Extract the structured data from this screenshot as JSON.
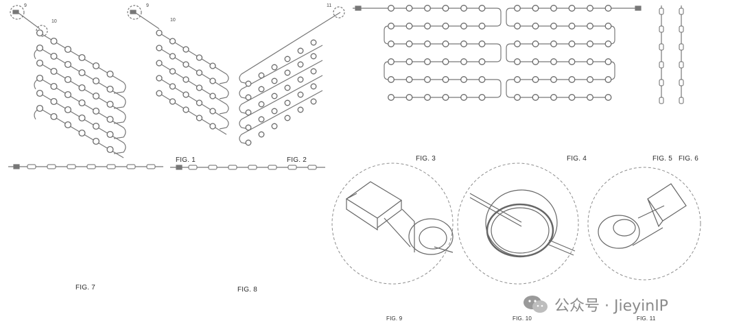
{
  "figures": {
    "fig1": "FIG. 1",
    "fig2": "FIG. 2",
    "fig3": "FIG. 3",
    "fig4": "FIG. 4",
    "fig5": "FIG. 5",
    "fig6": "FIG. 6",
    "fig7": "FIG. 7",
    "fig8": "FIG. 8",
    "fig9": "FIG. 9",
    "fig10": "FIG. 10",
    "fig11": "FIG. 11"
  },
  "reference_numerals": {
    "a": "9",
    "b": "10",
    "c": "9",
    "d": "10",
    "e": "11"
  },
  "watermark": {
    "text": "公众号 · JieyinIP",
    "icon": "wechat-icon"
  },
  "colors": {
    "line": "#777777",
    "bulb": "#6a6a6a",
    "dashed": "#8c8c8c",
    "watermark": "#8a8a8a"
  }
}
